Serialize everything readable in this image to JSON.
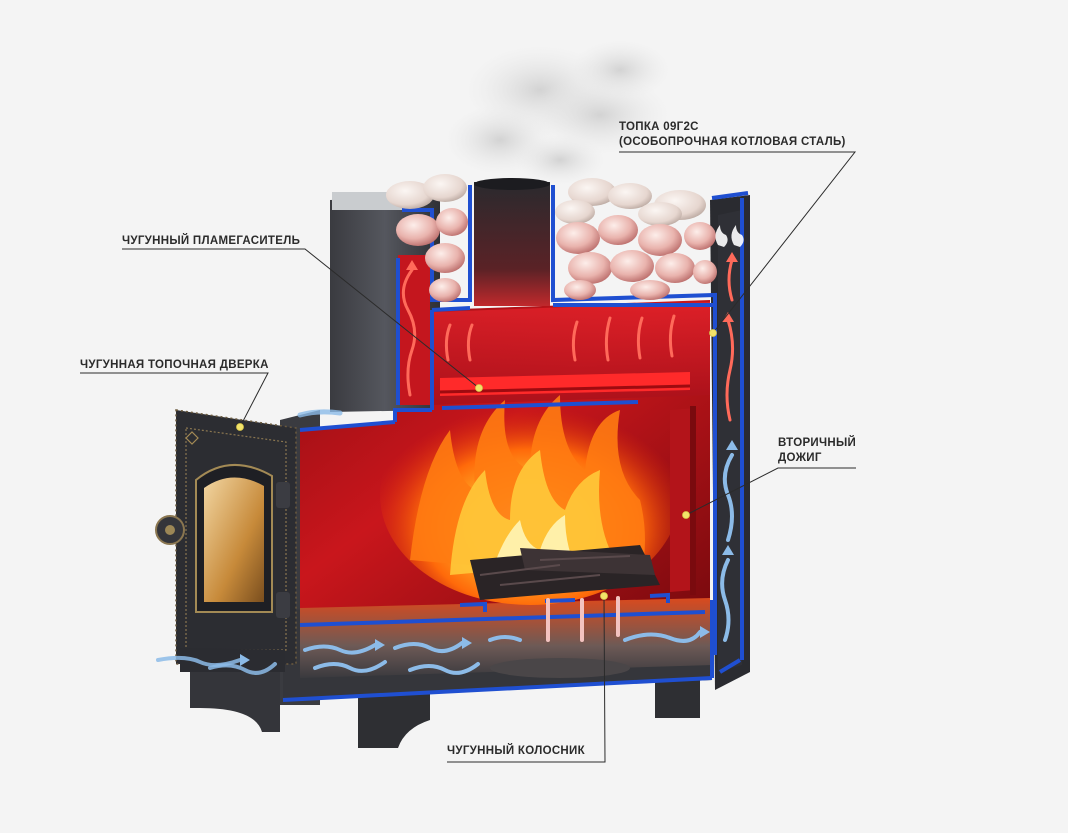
{
  "labels": {
    "firebox_line1": "ТОПКА 09Г2С",
    "firebox_line2": "(ОСОБОПРОЧНАЯ КОТЛОВАЯ СТАЛЬ)",
    "flame_damper": "ЧУГУННЫЙ ПЛАМЕГАСИТЕЛЬ",
    "firebox_door": "ЧУГУННАЯ ТОПОЧНАЯ ДВЕРКА",
    "afterburn_line1": "ВТОРИЧНЫЙ",
    "afterburn_line2": "ДОЖИГ",
    "grate": "ЧУГУННЫЙ КОЛОСНИК"
  },
  "colors": {
    "background": "#f4f4f4",
    "steel_blue": "#1f4fd1",
    "chamber_red": "#b3141a",
    "marker_yellow": "#f2e36a",
    "cold_air": "#7fb4e6",
    "hot_air": "#ff6a5a"
  }
}
